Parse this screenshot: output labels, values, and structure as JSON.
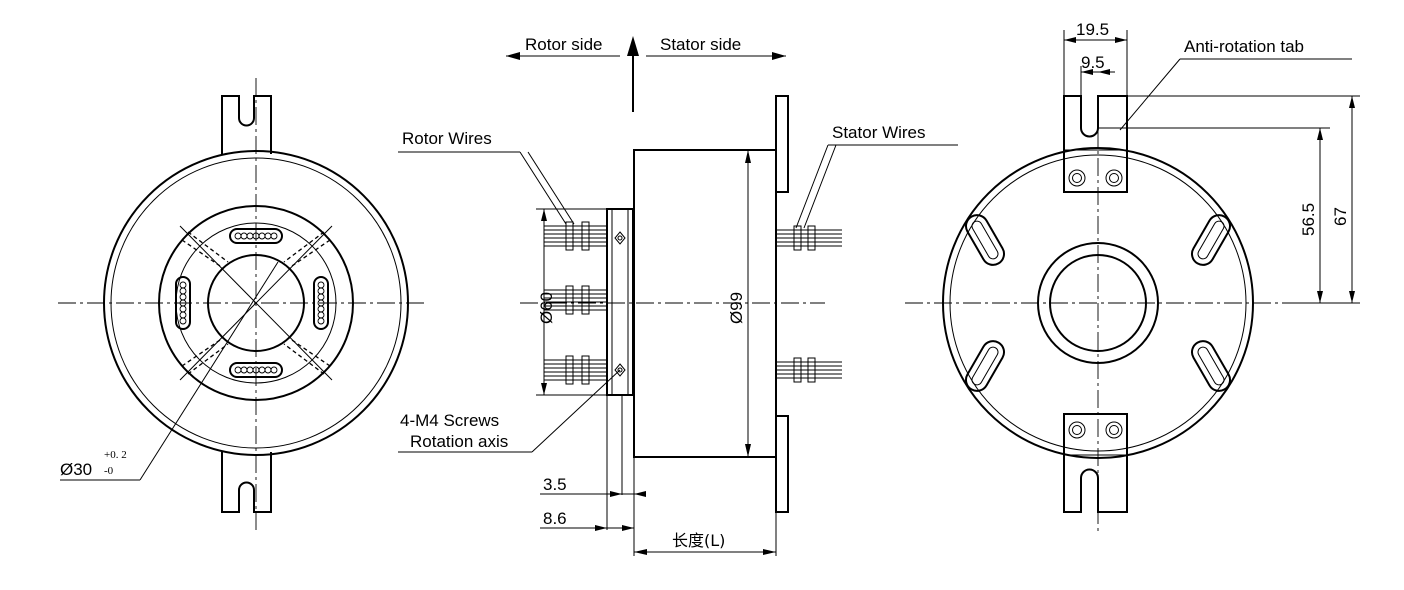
{
  "labels": {
    "rotor_side": "Rotor side",
    "stator_side": "Stator  side",
    "rotor_wires": "Rotor Wires",
    "stator_wires": "Stator Wires",
    "screws": "4-M4 Screws",
    "rotation_axis": "Rotation axis",
    "anti_rotation_tab": "Anti-rotation tab"
  },
  "dimensions": {
    "bore_diameter": "Ø30",
    "bore_tol_upper": "+0. 2",
    "bore_tol_lower": "-0",
    "flange_diameter": "Ø60",
    "body_diameter": "Ø99",
    "d_3_5": "3.5",
    "d_8_6": "8.6",
    "length": "长度(L)",
    "tab_width": "19.5",
    "slot_width": "9.5",
    "d_56_5": "56.5",
    "d_67": "67"
  }
}
